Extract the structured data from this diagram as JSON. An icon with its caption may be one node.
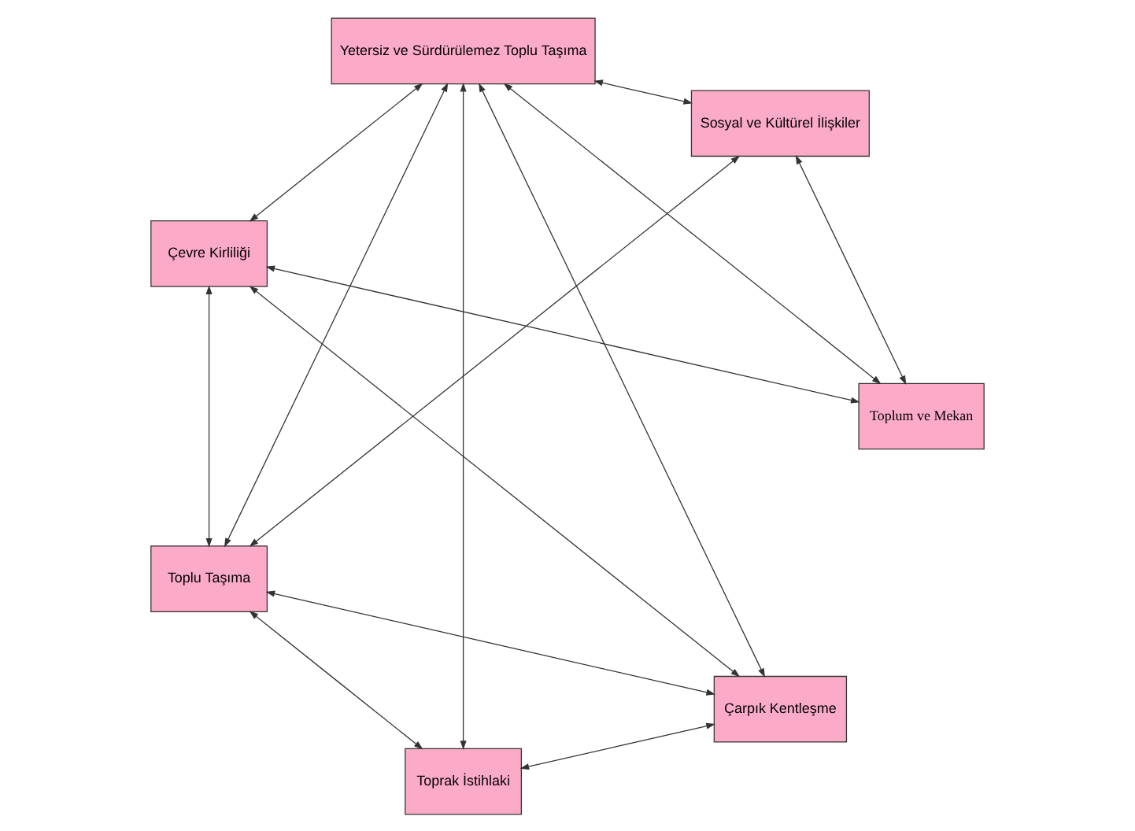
{
  "diagram": {
    "nodes": [
      {
        "text": [
          "Sosyal ve Kültürel İlişkiler"
        ]
      },
      {
        "text": [
          "Toplum ve Mekan"
        ]
      },
      {
        "text": [
          "Çarpık Kentleşme"
        ]
      },
      {
        "text": [
          "Çevre Kirliliği"
        ]
      },
      {
        "text": [
          "Toprak İstihlaki"
        ]
      },
      {
        "text": [
          "Toplu Taşıma"
        ]
      },
      {
        "text": [
          "Yetersiz ve Sürdürülemez Toplu Taşıma"
        ]
      }
    ],
    "edges": [
      {
        "from": 0,
        "to": 1,
        "arrow": "both"
      },
      {
        "from": 0,
        "to": 6,
        "arrow": "both"
      },
      {
        "from": 0,
        "to": 5,
        "arrow": "both"
      },
      {
        "from": 2,
        "to": 3,
        "arrow": "both"
      },
      {
        "from": 2,
        "to": 5,
        "arrow": "both"
      },
      {
        "from": 2,
        "to": 6,
        "arrow": "both"
      },
      {
        "from": 2,
        "to": 4,
        "arrow": "both"
      },
      {
        "from": 1,
        "to": 3,
        "arrow": "both"
      },
      {
        "from": 1,
        "to": 6,
        "arrow": "both"
      },
      {
        "from": 3,
        "to": 6,
        "arrow": "both"
      },
      {
        "from": 3,
        "to": 5,
        "arrow": "both"
      },
      {
        "from": 4,
        "to": 5,
        "arrow": "both"
      },
      {
        "from": 4,
        "to": 6,
        "arrow": "both"
      },
      {
        "from": 6,
        "to": 5,
        "arrow": "both"
      }
    ]
  }
}
